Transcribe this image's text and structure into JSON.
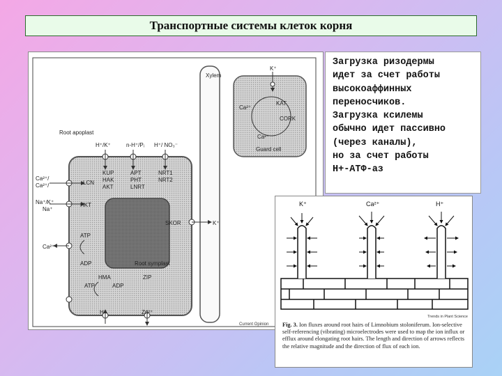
{
  "title": "Транспортные системы клеток корня",
  "text_lines": [
    "Загрузка ризодермы",
    "идет за счет работы",
    "высокоаффинных",
    "переносчиков.",
    "Загрузка  ксилемы",
    "обычно идет пассивно",
    "(через каналы),",
    "но за счет работы",
    "Н+-АТФ-аз"
  ],
  "left_diagram": {
    "xylem": "Xylem",
    "k_top": "K⁺",
    "kat": "KAT",
    "ca_left": "Ca²⁺",
    "cork": "CORK",
    "ca_bottom": "Ca²⁺",
    "guard_cell": "Guard cell",
    "root_apoplast": "Root apoplast",
    "top_ions_1": "H⁺/K⁺",
    "top_ions_2": "n-H⁺/Pᵢ",
    "top_ions_3": "H⁺/ NO₃⁻",
    "ca_k": "Ca²⁺/",
    "ca_k2": "Ca²⁺/",
    "lcn": "LCN",
    "kup": "KUP",
    "hak": "HAK",
    "akt": "AKT",
    "apt": "APT",
    "pht": "PHT",
    "lnr": "LNRT",
    "nrt1": "NRT1",
    "nrt2": "NRT2",
    "na_k": "Na⁺/K⁺",
    "na": "Na⁺",
    "hkt": "HKT",
    "skor": "SKOR",
    "k_right": "K⁺",
    "atp1": "ATP",
    "ca_mid": "Ca²⁺",
    "adp1": "ADP",
    "root_symplast": "Root symplast",
    "hma": "HMA",
    "zip": "ZIP",
    "atp2": "ATP",
    "adp2": "ADP",
    "h_bottom": "H⁺",
    "zn_bottom": "Zn²⁺",
    "credit": "Current Opinion"
  },
  "right_figure": {
    "ion_k": "K⁺",
    "ion_ca": "Ca²⁺",
    "ion_h": "H⁺",
    "journal": "Trends in Plant Science",
    "caption_bold": "Fig. 3.",
    "caption_text": " Ion fluxes around root hairs of Limnobium stoloniferum. Ion-selective self-referencing (vibrating) microelectrodes were used to map the ion influx or efflux around elongating root hairs. The length and direction of arrows reflects the relative magnitude and the direction of flux of each ion."
  }
}
